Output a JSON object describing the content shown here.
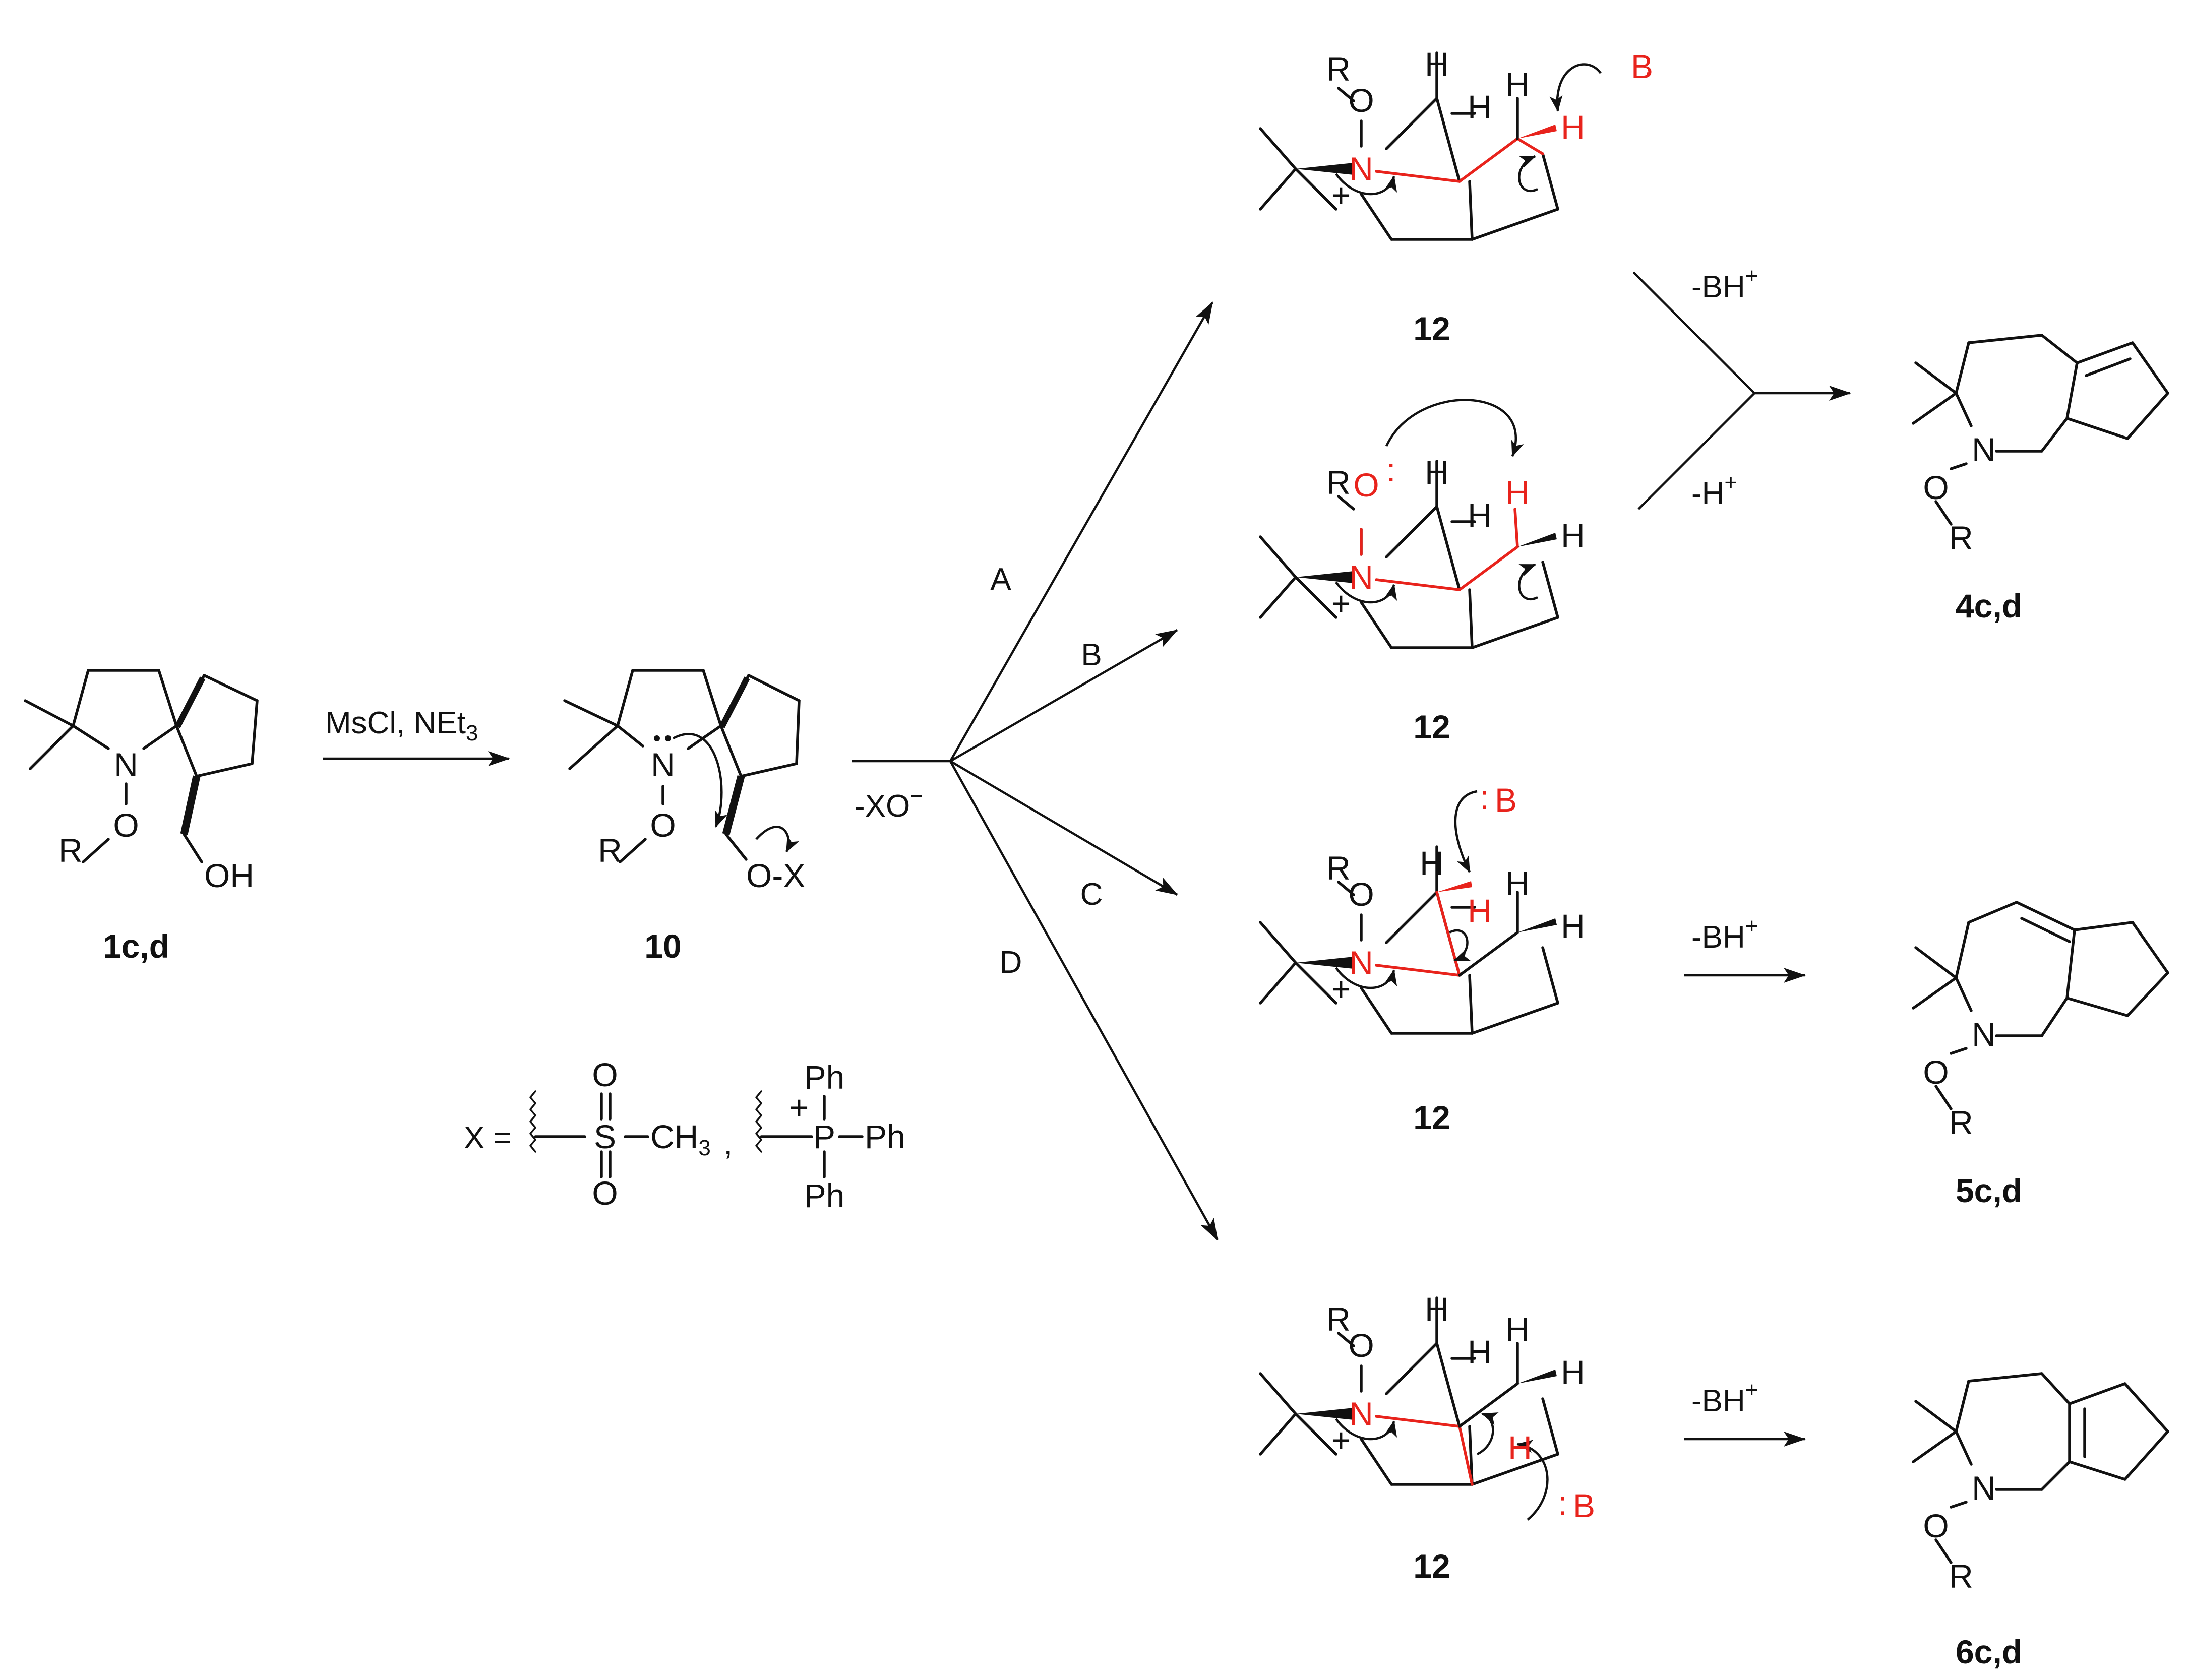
{
  "compounds": {
    "start": "1c,d",
    "intermediate": "10",
    "cation": "12",
    "product_4": "4c,d",
    "product_5": "5c,d",
    "product_6": "6c,d"
  },
  "reagents": {
    "step1_main": "MsCl, NEt",
    "step1_sub": "3",
    "loss": "-XO",
    "loss_charge": "−"
  },
  "paths": {
    "a": "A",
    "b": "B",
    "c": "C",
    "d": "D"
  },
  "eliminations": {
    "bh_main": "-BH",
    "bh_charge": "+",
    "h_main": "-H",
    "h_charge": "+"
  },
  "atoms": {
    "R": "R",
    "O": "O",
    "N": "N",
    "H": "H",
    "B": "B",
    "plus": "+",
    "OH": "OH",
    "OX": "O-X",
    "lone_pair": ":"
  },
  "x_definition": {
    "prefix": "X =",
    "S": "S",
    "O": "O",
    "ch3_main": "CH",
    "ch3_sub": "3",
    "comma": ",",
    "P": "P",
    "Ph": "Ph",
    "plus": "+"
  },
  "colors": {
    "highlight": "#e8231c",
    "ink": "#111111"
  }
}
